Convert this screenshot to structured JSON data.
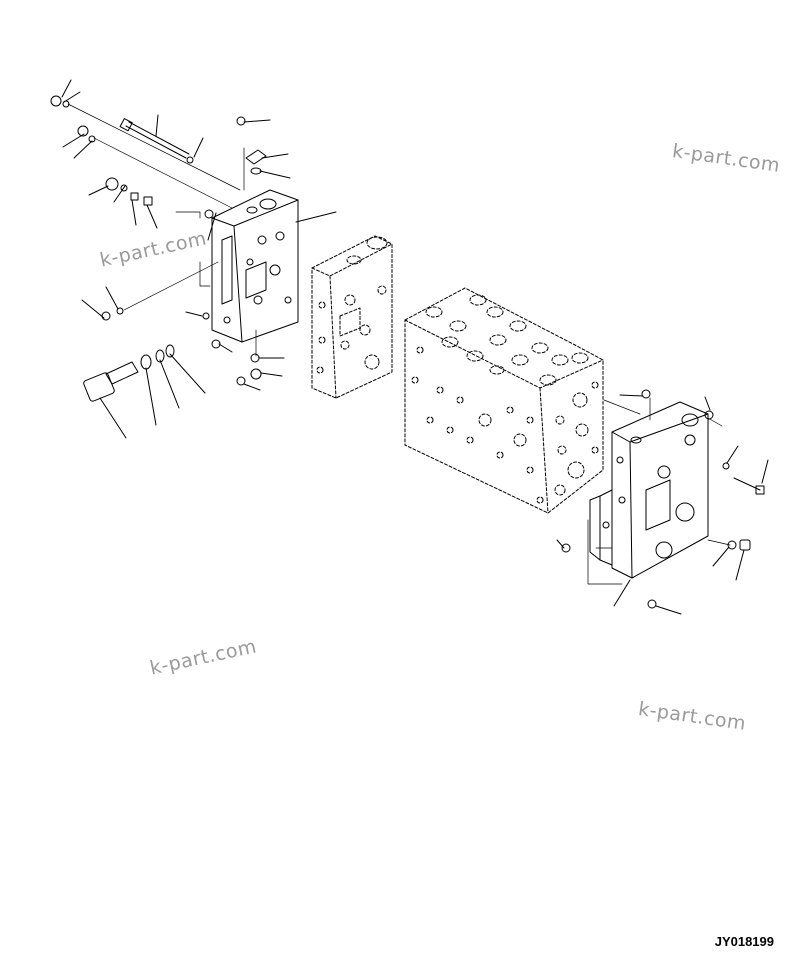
{
  "watermark": {
    "text_1": "k-part.com",
    "text_2": "k-part.com",
    "text_3": "k-part.com",
    "text_4": "k-part.com"
  },
  "drawing_code": "JY018199",
  "colors": {
    "line": "#000000",
    "watermark": "#9a9a9a",
    "background": "#ffffff"
  }
}
